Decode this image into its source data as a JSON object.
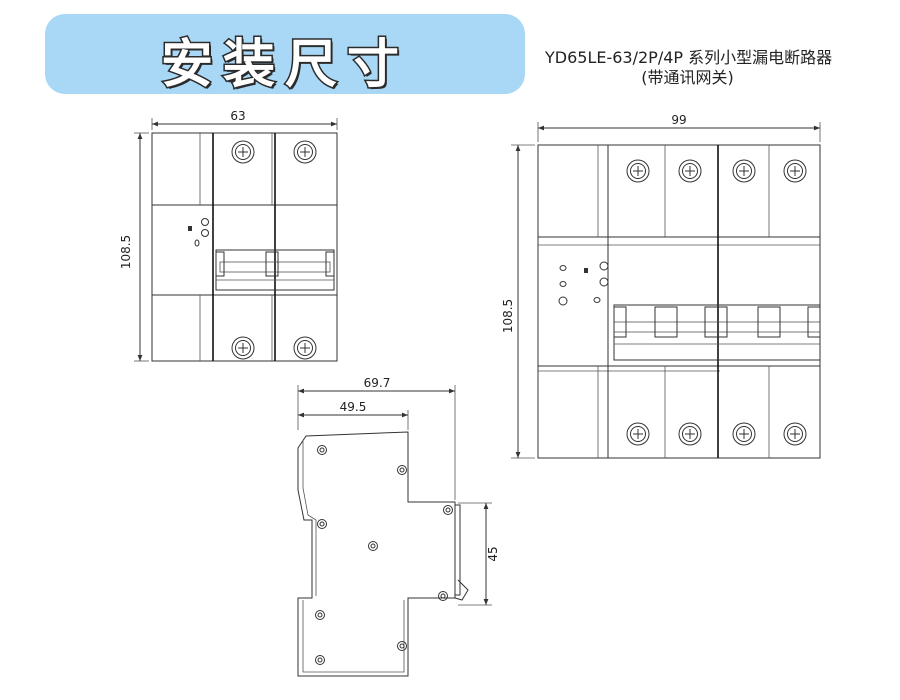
{
  "header": {
    "title": "安装尺寸",
    "product_line1": "YD65LE-63/2P/4P 系列小型漏电断路器",
    "product_line2": "(带通讯网关)"
  },
  "dimensions": {
    "two_pole_width": "63",
    "two_pole_height": "108.5",
    "four_pole_width": "99",
    "four_pole_height": "108.5",
    "side_depth_total": "69.7",
    "side_depth_front": "49.5",
    "side_rail_height": "45"
  },
  "colors": {
    "banner": "#a8d8f6",
    "line": "#333333"
  }
}
